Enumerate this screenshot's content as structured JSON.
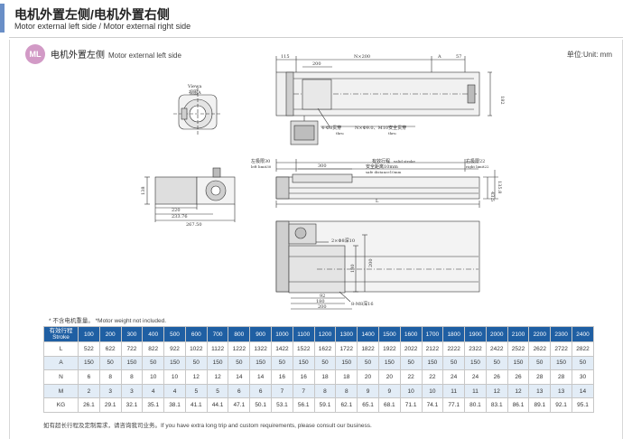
{
  "header": {
    "title": "电机外置左侧/电机外置右侧",
    "subtitle": "Motor external left side / Motor external right side"
  },
  "section": {
    "badge": "ML",
    "title_cn": "电机外置左侧",
    "title_en": "Motor external left side",
    "unit": "单位:Unit: mm"
  },
  "drawing_labels": {
    "top_view": {
      "d115": "115",
      "d200": "200",
      "dN200": "N×200",
      "dA": "A",
      "d57": "57",
      "d182": "182",
      "hole_a": "4-Φ8贯穿",
      "hole_a_en": "thru",
      "hole_b": "N×Φ9.0、M10安全贯穿",
      "hole_b_en": "thru"
    },
    "side_view": {
      "left_stop": "左极限30",
      "left_stop_en": "left limit30",
      "right_stop": "右极限22",
      "right_stop_en": "right limit22",
      "valid": "有效行程",
      "valid_en": "valid stroke",
      "safe": "安全距离10mm",
      "safe_en": "safe distance10mm",
      "d300": "300",
      "dL": "L",
      "d43": "43.5",
      "d135": "135.8"
    },
    "end_view": {
      "title": "Viewa",
      "title_cn": "视图A"
    },
    "motor_view": {
      "d138": "138",
      "d220": "220",
      "d233": "233.76",
      "d267": "267.50"
    },
    "front_view": {
      "hole": "2×Φ8深10",
      "d180": "180",
      "d200": "200",
      "d92": "92",
      "d180b": "180",
      "d200b": "200",
      "slot": "8-M8深16"
    }
  },
  "note": "* 不含电机重量。 *Motor weight not included.",
  "table": {
    "header_label_cn": "有效行程",
    "header_label_en": "Stroke",
    "strokes": [
      "100",
      "200",
      "300",
      "400",
      "500",
      "600",
      "700",
      "800",
      "900",
      "1000",
      "1100",
      "1200",
      "1300",
      "1400",
      "1500",
      "1600",
      "1700",
      "1800",
      "1900",
      "2000",
      "2100",
      "2200",
      "2300",
      "2400"
    ],
    "rows": [
      {
        "label": "L",
        "values": [
          "522",
          "622",
          "722",
          "822",
          "922",
          "1022",
          "1122",
          "1222",
          "1322",
          "1422",
          "1522",
          "1622",
          "1722",
          "1822",
          "1922",
          "2022",
          "2122",
          "2222",
          "2322",
          "2422",
          "2522",
          "2622",
          "2722",
          "2822"
        ]
      },
      {
        "label": "A",
        "values": [
          "150",
          "50",
          "150",
          "50",
          "150",
          "50",
          "150",
          "50",
          "150",
          "50",
          "150",
          "50",
          "150",
          "50",
          "150",
          "50",
          "150",
          "50",
          "150",
          "50",
          "150",
          "50",
          "150",
          "50"
        ]
      },
      {
        "label": "N",
        "values": [
          "6",
          "8",
          "8",
          "10",
          "10",
          "12",
          "12",
          "14",
          "14",
          "16",
          "16",
          "18",
          "18",
          "20",
          "20",
          "22",
          "22",
          "24",
          "24",
          "26",
          "26",
          "28",
          "28",
          "30"
        ]
      },
      {
        "label": "M",
        "values": [
          "2",
          "3",
          "3",
          "4",
          "4",
          "5",
          "5",
          "6",
          "6",
          "7",
          "7",
          "8",
          "8",
          "9",
          "9",
          "10",
          "10",
          "11",
          "11",
          "12",
          "12",
          "13",
          "13",
          "14"
        ]
      },
      {
        "label": "KG",
        "values": [
          "26.1",
          "29.1",
          "32.1",
          "35.1",
          "38.1",
          "41.1",
          "44.1",
          "47.1",
          "50.1",
          "53.1",
          "56.1",
          "59.1",
          "62.1",
          "65.1",
          "68.1",
          "71.1",
          "74.1",
          "77.1",
          "80.1",
          "83.1",
          "86.1",
          "89.1",
          "92.1",
          "95.1"
        ]
      }
    ]
  },
  "footer": "如有超长行程及定制需求，请咨询我司业务。If you have extra long trip and custom requirements, please consult our business."
}
